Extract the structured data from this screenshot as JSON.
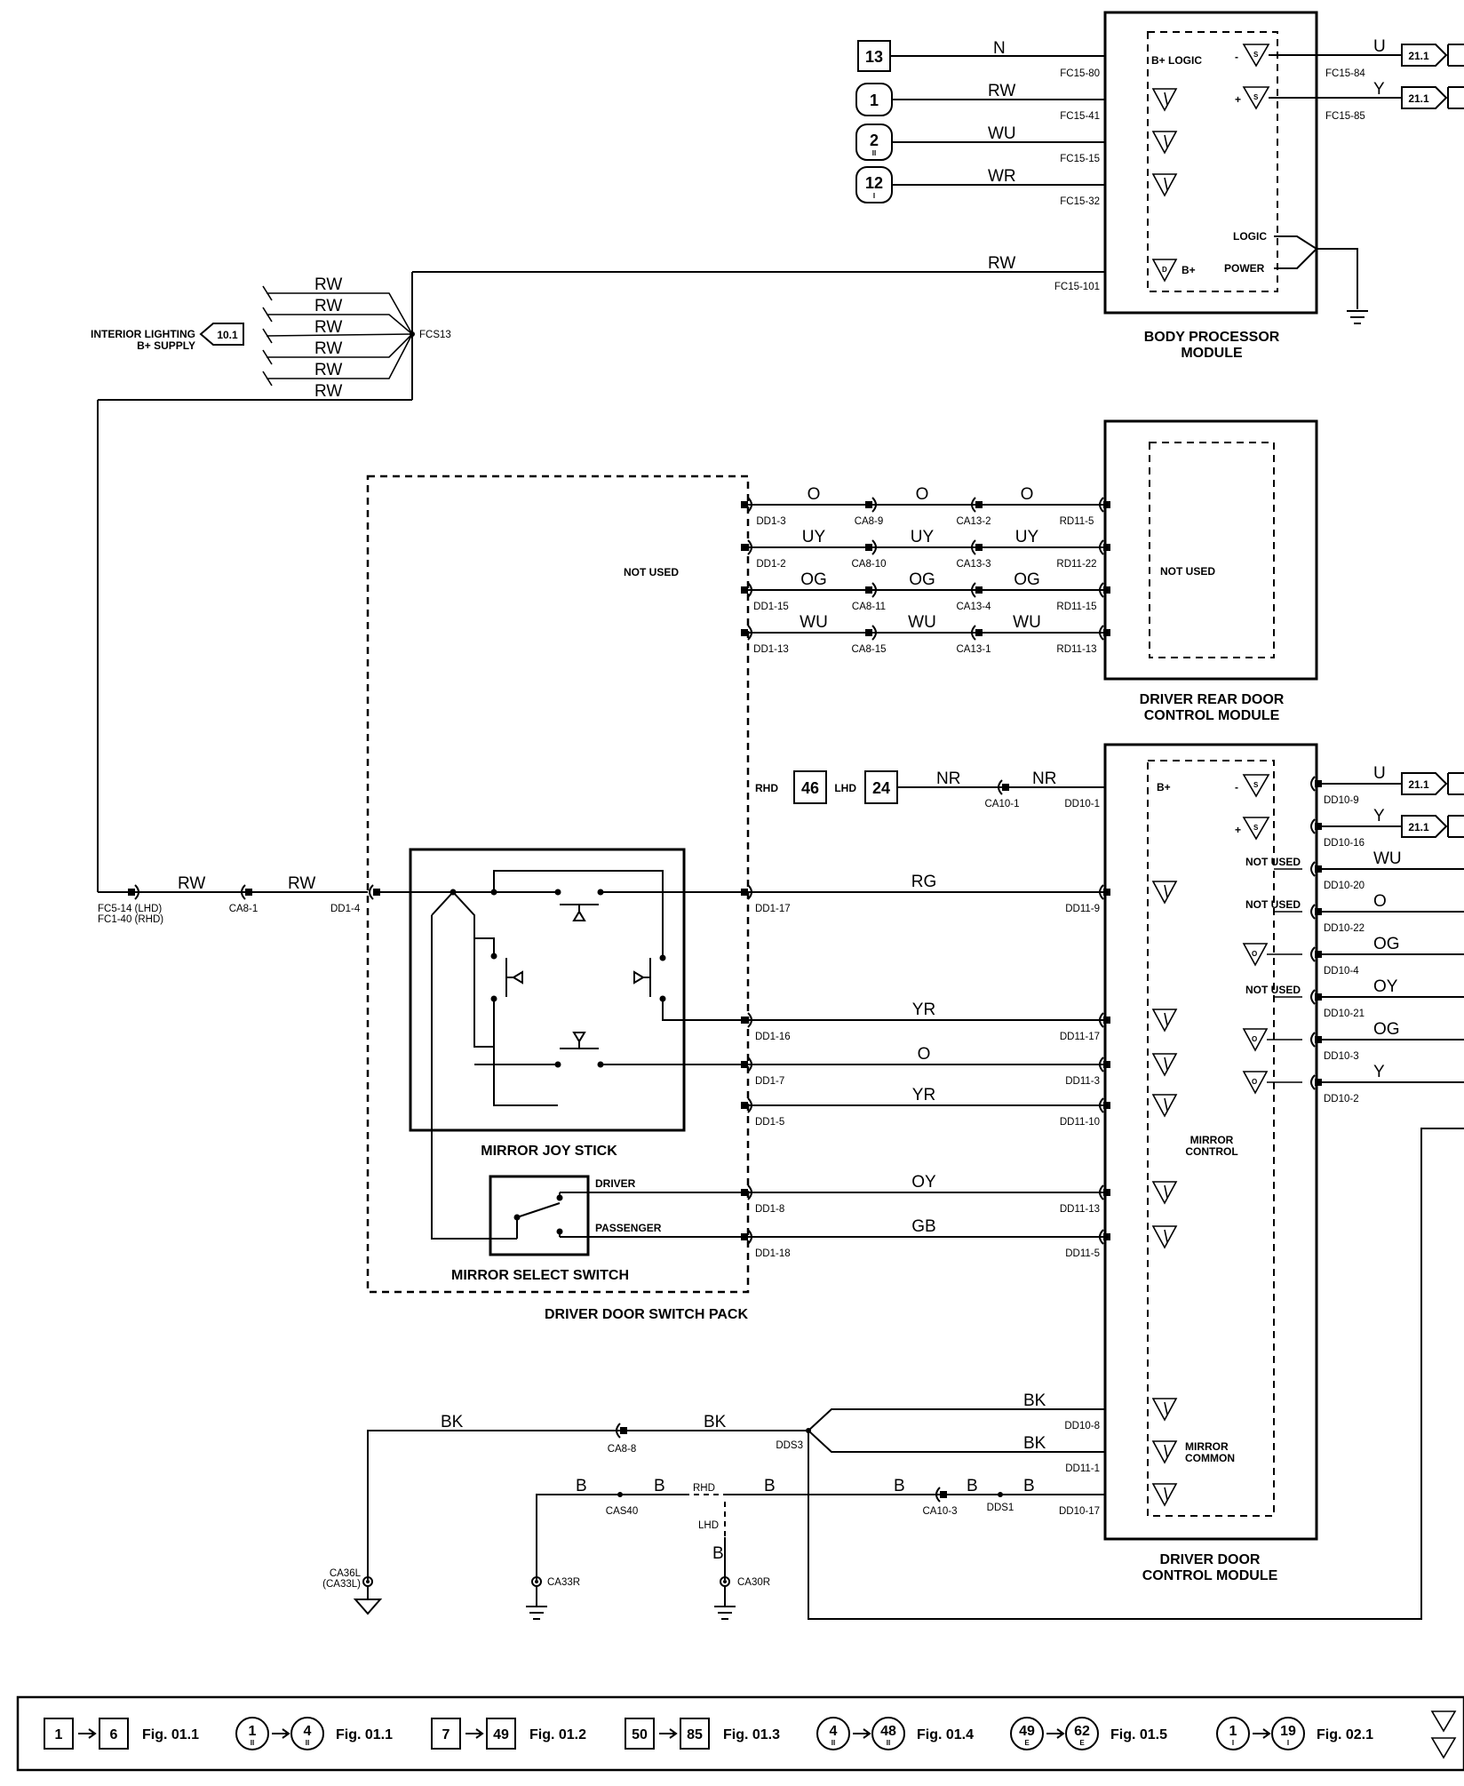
{
  "modules": {
    "bpm": [
      "BODY PROCESSOR",
      "MODULE"
    ],
    "rear": [
      "DRIVER REAR DOOR",
      "CONTROL MODULE"
    ],
    "door": [
      "DRIVER DOOR",
      "CONTROL MODULE"
    ],
    "joystick": "MIRROR JOY STICK",
    "select": "MIRROR SELECT SWITCH",
    "pack": "DRIVER DOOR SWITCH PACK"
  },
  "bpm": {
    "inputs": [
      {
        "ref": "13",
        "shape": "square",
        "wire": "N",
        "pin": "FC15-80"
      },
      {
        "ref": "1",
        "sub": "",
        "shape": "circle",
        "wire": "RW",
        "pin": "FC15-41"
      },
      {
        "ref": "2",
        "sub": "II",
        "shape": "circle",
        "wire": "WU",
        "pin": "FC15-15"
      },
      {
        "ref": "12",
        "sub": "I",
        "shape": "circle",
        "wire": "WR",
        "pin": "FC15-32"
      }
    ],
    "bplus_pin": "FC15-101",
    "bplus_wire": "RW",
    "inner": [
      "B+ LOGIC",
      "LOGIC",
      "POWER",
      "B+"
    ],
    "outputs": [
      {
        "wire": "U",
        "pin": "FC15-84",
        "ref": "21.1"
      },
      {
        "wire": "Y",
        "pin": "FC15-85",
        "ref": "21.1"
      }
    ]
  },
  "splice_fcs13": {
    "name": "FCS13",
    "wires": [
      "RW",
      "RW",
      "RW",
      "RW",
      "RW",
      "RW"
    ],
    "interior_label": [
      "INTERIOR LIGHTING",
      "B+ SUPPLY"
    ],
    "interior_ref": "10.1"
  },
  "rear_wires": [
    {
      "color": "O",
      "dd": "DD1-3",
      "ca8": "CA8-9",
      "ca13": "CA13-2",
      "rd": "RD11-5"
    },
    {
      "color": "UY",
      "dd": "DD1-2",
      "ca8": "CA8-10",
      "ca13": "CA13-3",
      "rd": "RD11-22"
    },
    {
      "color": "OG",
      "dd": "DD1-15",
      "ca8": "CA8-11",
      "ca13": "CA13-4",
      "rd": "RD11-15"
    },
    {
      "color": "WU",
      "dd": "DD1-13",
      "ca8": "CA8-15",
      "ca13": "CA13-1",
      "rd": "RD11-13"
    }
  ],
  "not_used": "NOT USED",
  "supply": {
    "rhd_label": "RHD",
    "rhd_ref": "46",
    "lhd_label": "LHD",
    "lhd_ref": "24",
    "wire": "NR",
    "conn": "CA10-1",
    "pin": "DD10-1",
    "bplus": "B+"
  },
  "door_outputs": [
    {
      "wire": "U",
      "pin": "DD10-9",
      "ref": "21.1"
    },
    {
      "wire": "Y",
      "pin": "DD10-16",
      "ref": "21.1"
    },
    {
      "wire": "WU",
      "pin": "DD10-20",
      "note": "NOT USED"
    },
    {
      "wire": "O",
      "pin": "DD10-22",
      "note": "NOT USED"
    },
    {
      "wire": "OG",
      "pin": "DD10-4"
    },
    {
      "wire": "OY",
      "pin": "DD10-21",
      "note": "NOT USED"
    },
    {
      "wire": "OG",
      "pin": "DD10-3"
    },
    {
      "wire": "Y",
      "pin": "DD10-2"
    }
  ],
  "feed": {
    "conn1": [
      "FC5-14 (LHD)",
      "FC1-40 (RHD)"
    ],
    "wire1": "RW",
    "conn2": "CA8-1",
    "wire2": "RW",
    "pin": "DD1-4"
  },
  "switch_wires": [
    {
      "color": "RG",
      "dd": "DD1-17",
      "dm": "DD11-9"
    },
    {
      "color": "YR",
      "dd": "DD1-16",
      "dm": "DD11-17"
    },
    {
      "color": "O",
      "dd": "DD1-7",
      "dm": "DD11-3"
    },
    {
      "color": "YR",
      "dd": "DD1-5",
      "dm": "DD11-10"
    },
    {
      "color": "OY",
      "dd": "DD1-8",
      "dm": "DD11-13",
      "label": "DRIVER"
    },
    {
      "color": "GB",
      "dd": "DD1-18",
      "dm": "DD11-5",
      "label": "PASSENGER"
    }
  ],
  "mirror_control": [
    "MIRROR",
    "CONTROL"
  ],
  "mirror_common": [
    "MIRROR",
    "COMMON"
  ],
  "ground": {
    "bk1": "BK",
    "bk2": "BK",
    "ca8": "CA8-8",
    "dds3": "DDS3",
    "bk3": "BK",
    "dd10_8": "DD10-8",
    "bk4": "BK",
    "dd11_1": "DD11-1",
    "b_wires": [
      "B",
      "B",
      "B",
      "B",
      "B",
      "B"
    ],
    "cas40": "CAS40",
    "rhd": "RHD",
    "lhd": "LHD",
    "lhd_b": "B",
    "ca10_3": "CA10-3",
    "dds1": "DDS1",
    "dd10_17": "DD10-17",
    "earth1": [
      "CA36L",
      "(CA33L)"
    ],
    "earth2": "CA33R",
    "earth3": "CA30R"
  },
  "legend": [
    {
      "from": "1",
      "to": "6",
      "shape": "square",
      "fig": "Fig. 01.1"
    },
    {
      "from": "1",
      "to": "4",
      "sub": "II",
      "shape": "circle",
      "fig": "Fig. 01.1"
    },
    {
      "from": "7",
      "to": "49",
      "shape": "square",
      "fig": "Fig. 01.2"
    },
    {
      "from": "50",
      "to": "85",
      "shape": "square",
      "fig": "Fig. 01.3"
    },
    {
      "from": "4",
      "to": "48",
      "sub": "II",
      "shape": "circle",
      "fig": "Fig. 01.4"
    },
    {
      "from": "49",
      "to": "62",
      "sub": "E",
      "shape": "circle",
      "fig": "Fig. 01.5"
    },
    {
      "from": "1",
      "to": "19",
      "sub": "I",
      "shape": "circle",
      "fig": "Fig. 02.1"
    }
  ],
  "symbols": {
    "S": "S",
    "I": "I",
    "O": "O",
    "D": "D",
    "plus": "+",
    "minus": "-"
  }
}
